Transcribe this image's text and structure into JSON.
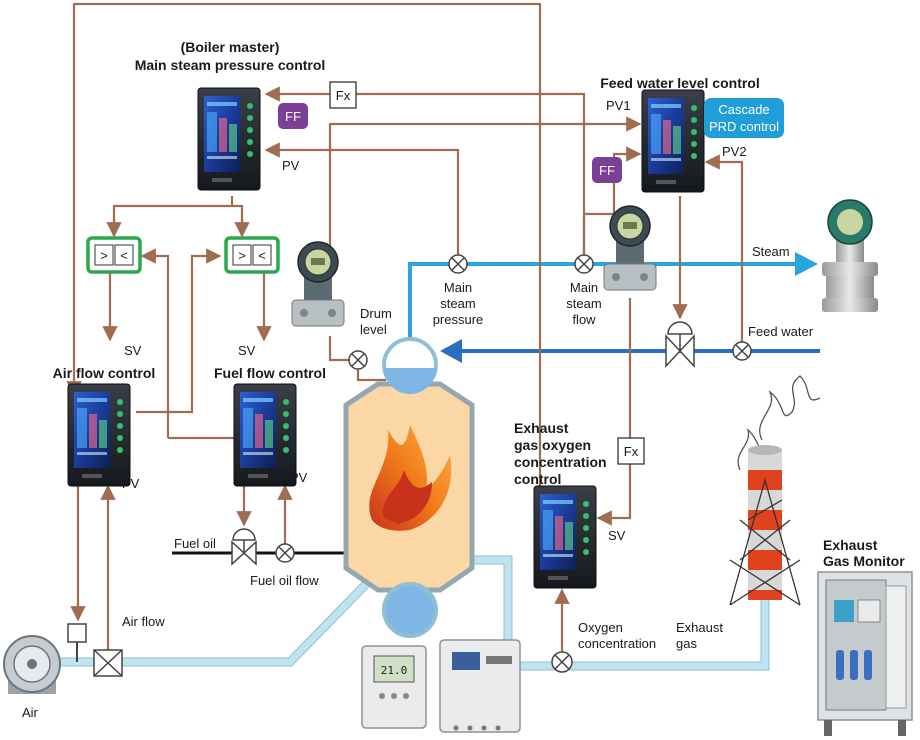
{
  "titles": {
    "boiler_master": "(Boiler master)",
    "main_steam": "Main steam pressure control",
    "feed_water": "Feed water level control",
    "air_flow": "Air flow control",
    "fuel_flow": "Fuel flow control",
    "exhaust_line1": "Exhaust",
    "exhaust_line2": "gas oxygen",
    "exhaust_line3": "concentration",
    "exhaust_line4": "control",
    "monitor_line1": "Exhaust",
    "monitor_line2": "Gas  Monitor"
  },
  "badges": {
    "ff1": "FF",
    "ff2": "FF",
    "cascade_line1": "Cascade",
    "cascade_line2": "PRD control"
  },
  "function_blocks": {
    "fx1": "Fx",
    "fx2": "Fx",
    "selector_gt": ">",
    "selector_lt": "<"
  },
  "labels": {
    "pv_main": "PV",
    "pv1": "PV1",
    "pv2": "PV2",
    "sv_left": "SV",
    "sv_right": "SV",
    "pv_air": "PV",
    "pv_fuel": "PV",
    "sv_exhaust": "SV",
    "steam": "Steam",
    "feed_water": "Feed water",
    "drum_line1": "Drum",
    "drum_line2": "level",
    "msp_line1": "Main",
    "msp_line2": "steam",
    "msp_line3": "pressure",
    "msf_line1": "Main",
    "msf_line2": "steam",
    "msf_line3": "flow",
    "fuel_oil": "Fuel oil",
    "fuel_oil_flow": "Fuel oil flow",
    "air_flow": "Air flow",
    "air": "Air",
    "oxygen_line1": "Oxygen",
    "oxygen_line2": "concentration",
    "exhaust_line1": "Exhaust",
    "exhaust_line2": "gas",
    "analyzer_display": "21.0"
  },
  "colors": {
    "signal": "#a06d52",
    "steam_line": "#2ba3dd",
    "feed_line": "#2a6fc0",
    "boiler_body": "#fbd7a6",
    "drum_water": "#7fb6e6",
    "ff_badge": "#7b3f98",
    "cascade_badge": "#1f9ed8",
    "selector_border": "#2aa84a",
    "flame": "#f08a1e"
  }
}
